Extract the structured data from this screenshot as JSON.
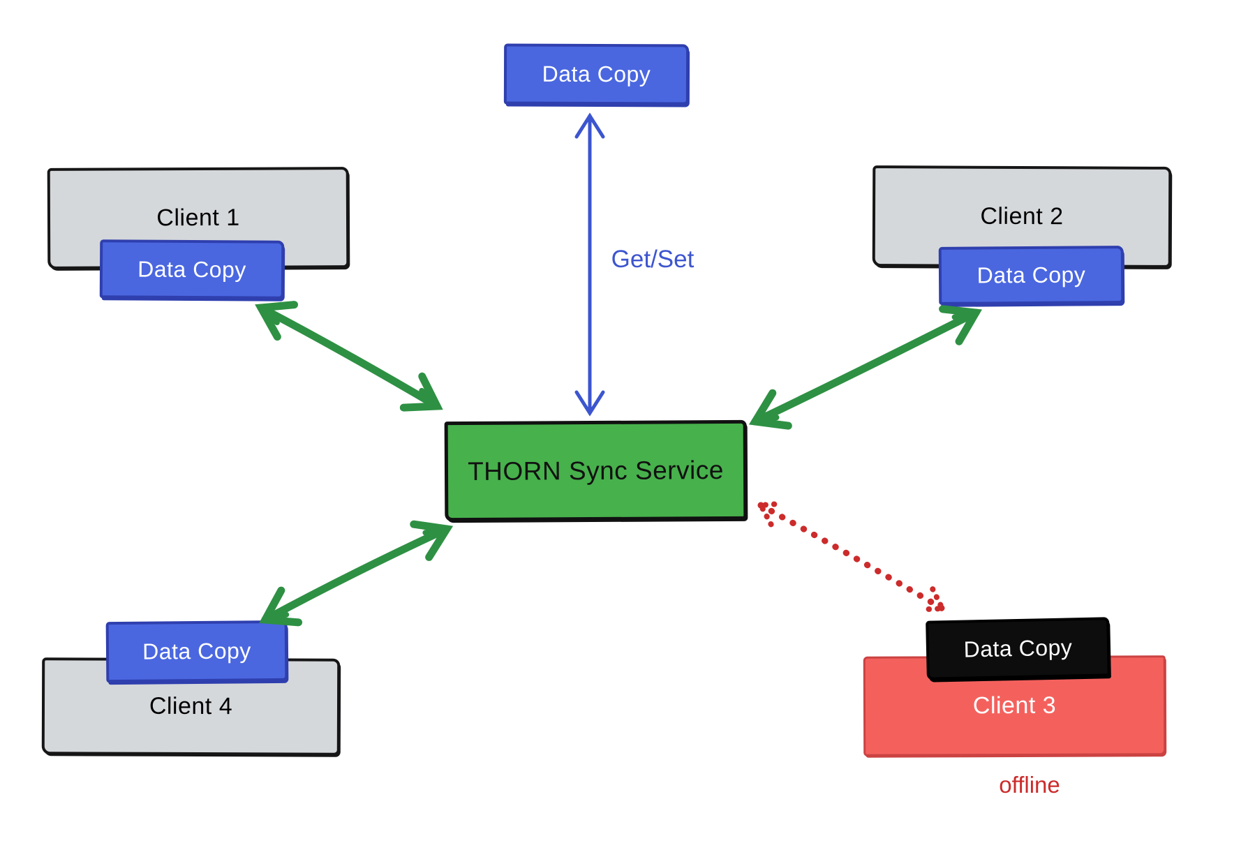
{
  "diagram": {
    "nodes": {
      "server_copy": {
        "label": "Data Copy"
      },
      "sync_service": {
        "label": "THORN Sync Service"
      },
      "client1": {
        "label": "Client 1",
        "copy_label": "Data Copy"
      },
      "client2": {
        "label": "Client 2",
        "copy_label": "Data Copy"
      },
      "client3": {
        "label": "Client 3",
        "copy_label": "Data Copy",
        "status_label": "offline"
      },
      "client4": {
        "label": "Client 4",
        "copy_label": "Data Copy"
      }
    },
    "edges": {
      "get_set_label": "Get/Set"
    },
    "colors": {
      "blue_fill": "#4a67e0",
      "blue_border": "#2f3fae",
      "green_fill": "#47b14c",
      "green_arrow": "#2e9043",
      "gray_fill": "#d5d8db",
      "red_fill": "#f4615d",
      "red_dotted": "#cc2b2b",
      "black_fill": "#0d0d0d",
      "label_blue": "#3c55cf"
    }
  }
}
